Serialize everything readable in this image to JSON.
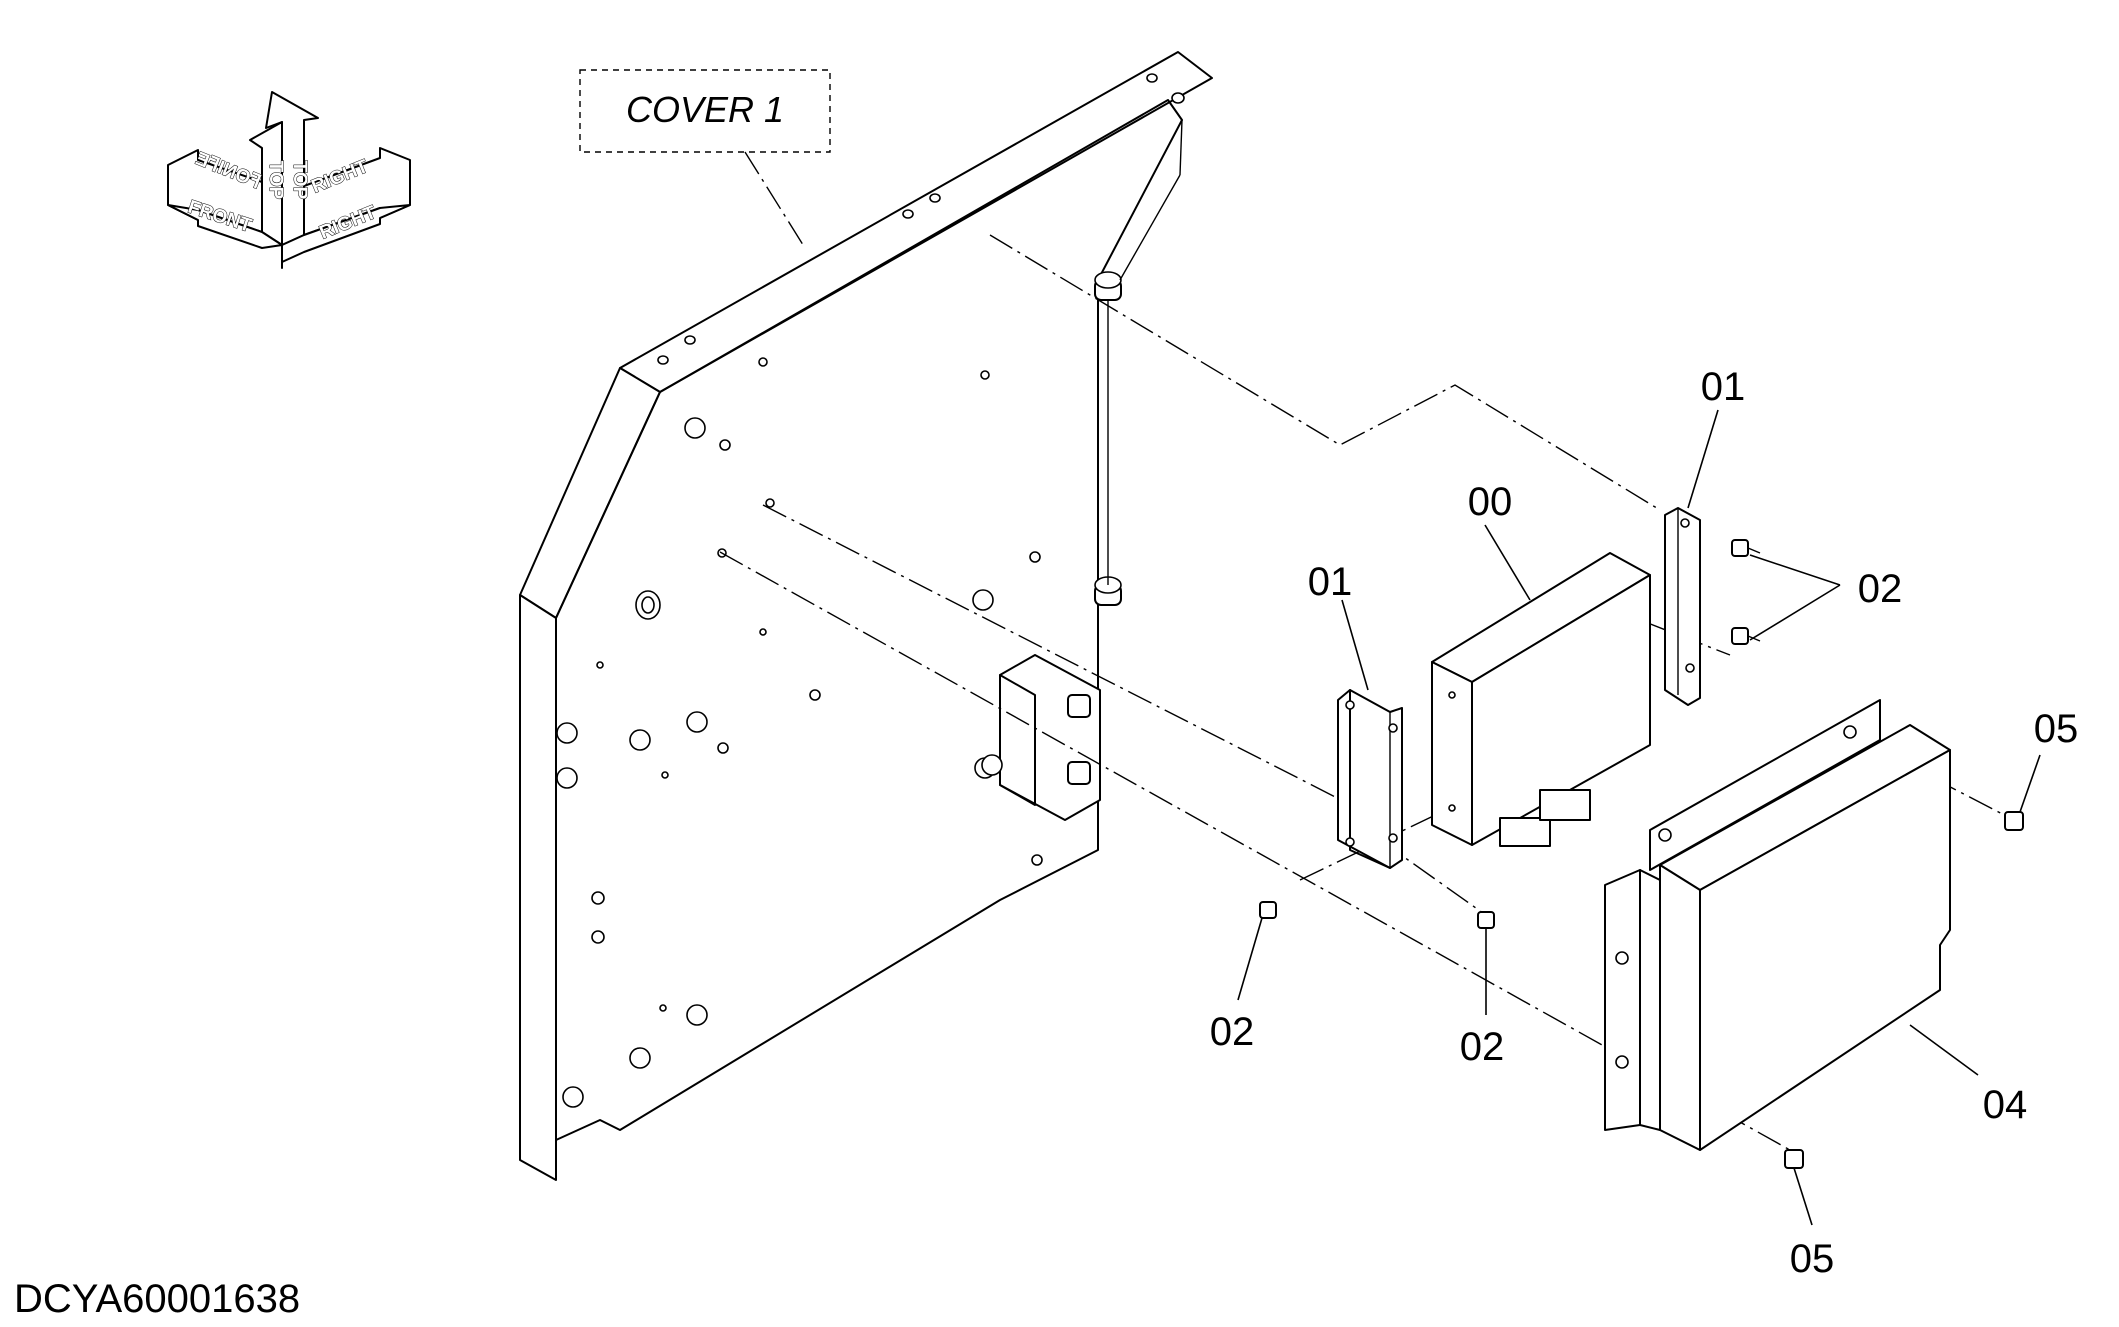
{
  "diagram": {
    "cover_label": "COVER 1",
    "document_id": "DCYA60001638",
    "orientation_indicator": {
      "front": "FRONT",
      "top": "TOP",
      "right": "RIGHT"
    },
    "callouts": [
      {
        "id": "00",
        "label": "00"
      },
      {
        "id": "01a",
        "label": "01"
      },
      {
        "id": "01b",
        "label": "01"
      },
      {
        "id": "02a",
        "label": "02"
      },
      {
        "id": "02b",
        "label": "02"
      },
      {
        "id": "02c",
        "label": "02"
      },
      {
        "id": "04",
        "label": "04"
      },
      {
        "id": "05a",
        "label": "05"
      },
      {
        "id": "05b",
        "label": "05"
      }
    ]
  }
}
